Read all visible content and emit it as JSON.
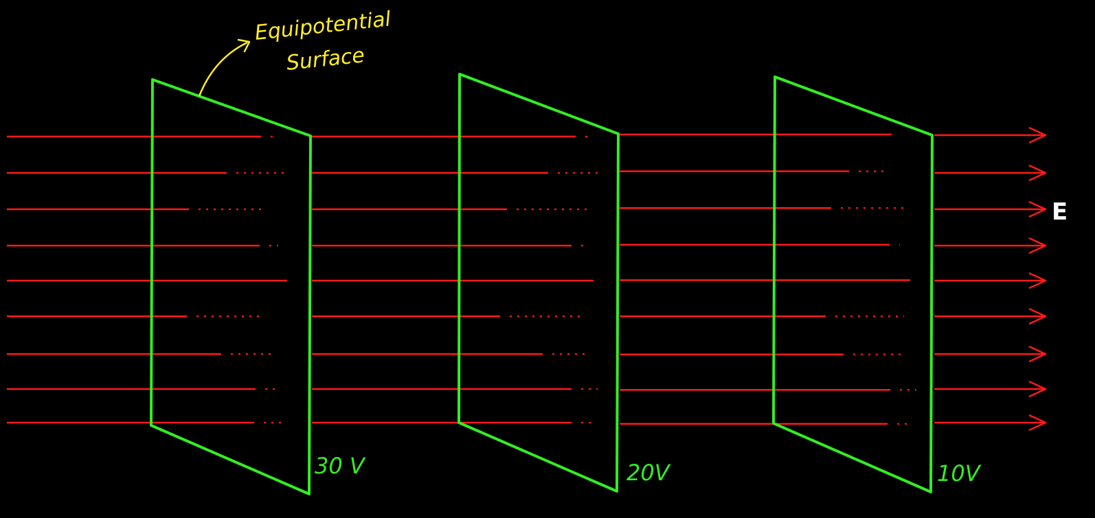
{
  "diagram": {
    "annotation": {
      "line1": "Equipotential",
      "line2": "Surface"
    },
    "surfaces": [
      {
        "label": "30 V"
      },
      {
        "label": "20V"
      },
      {
        "label": "10V"
      }
    ],
    "field_label": "E",
    "colors": {
      "background": "#000000",
      "field_lines": "#ff1a1a",
      "surfaces": "#33ee22",
      "annotation": "#ffee22",
      "field_label": "#ffffff"
    },
    "field_line_count": 9
  }
}
